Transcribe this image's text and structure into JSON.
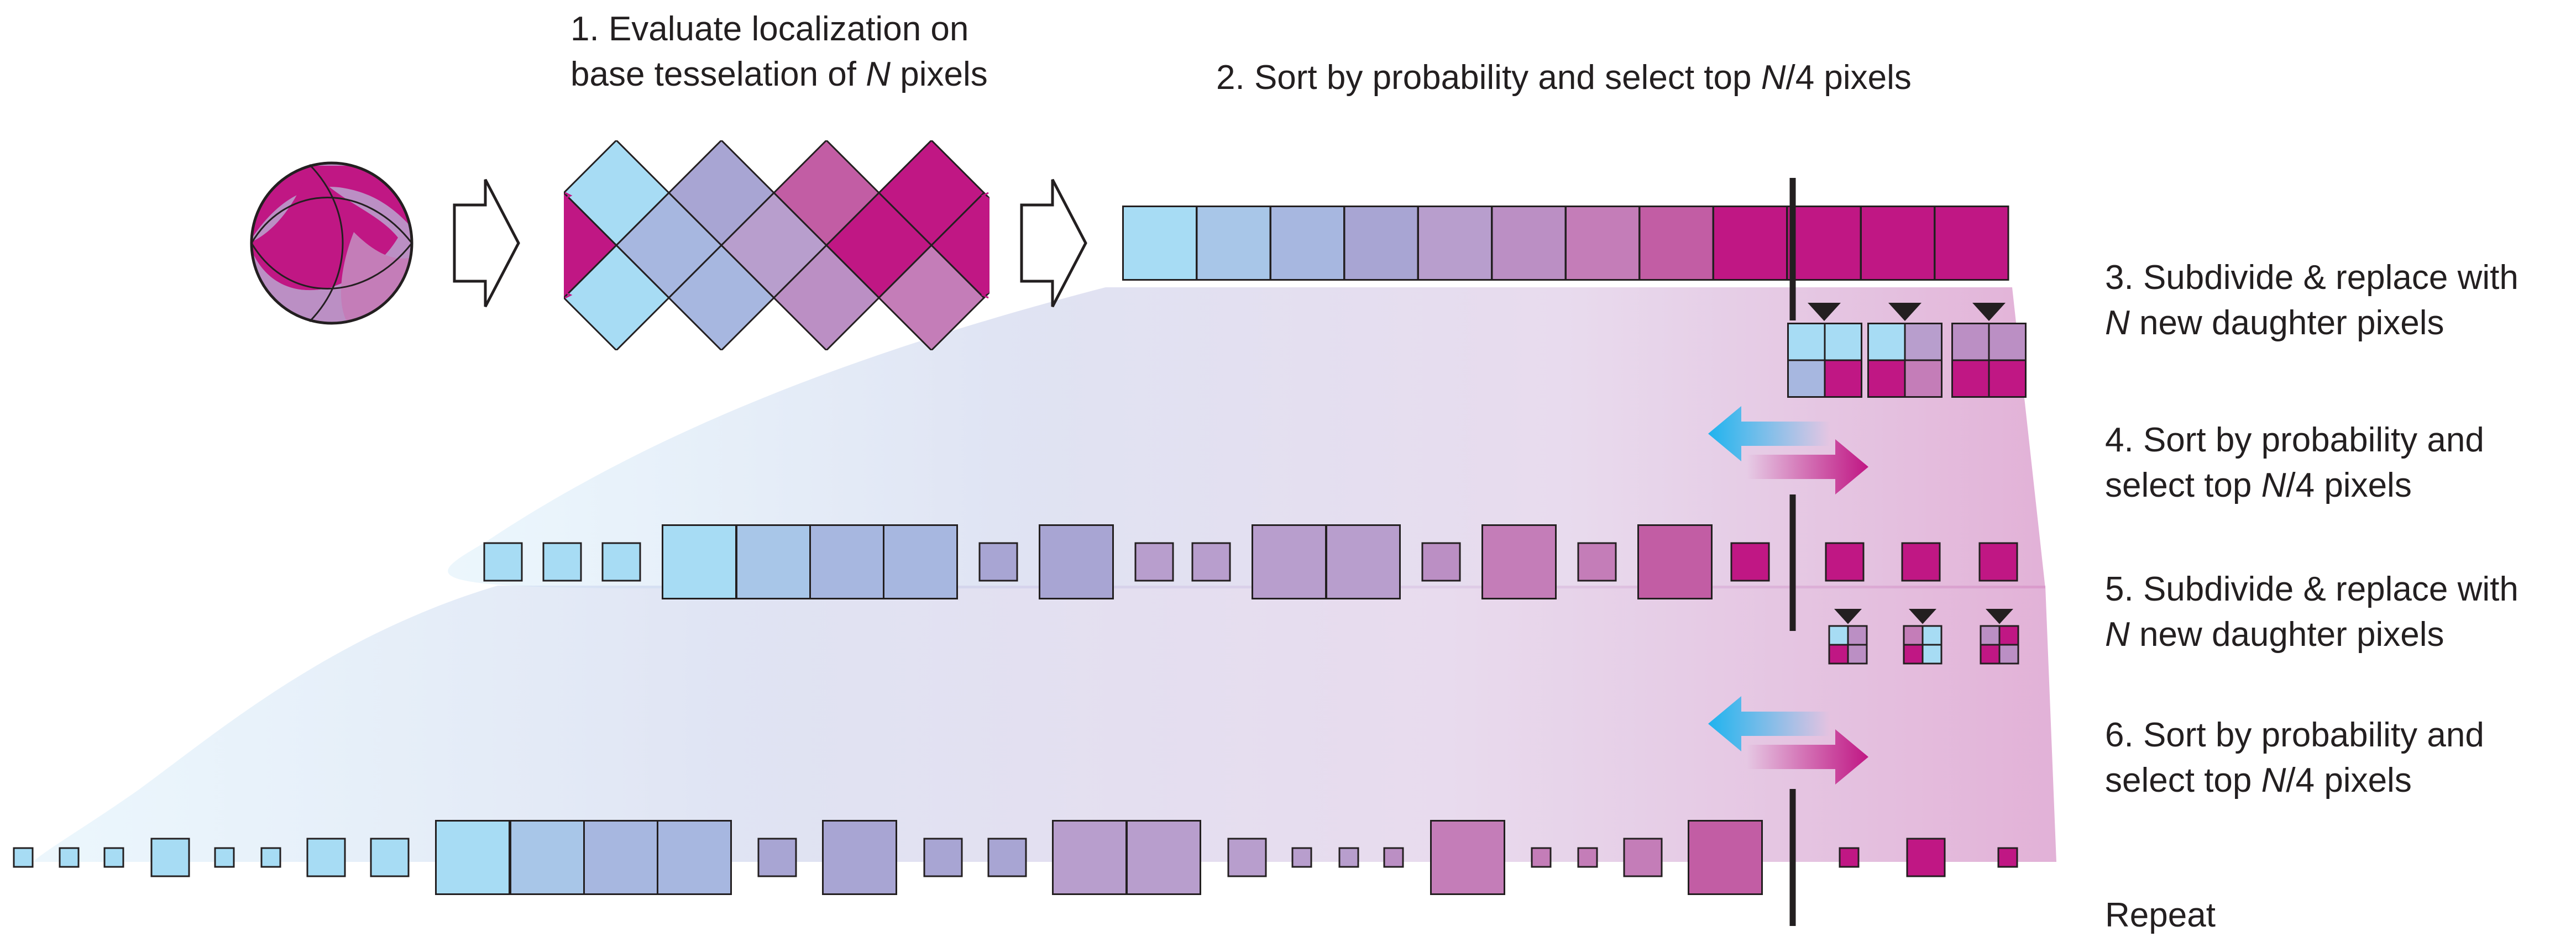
{
  "steps": [
    {
      "number": "1.",
      "lines": [
        [
          {
            "t": "Evaluate localization on"
          }
        ],
        [
          {
            "t": "base tesselation of "
          },
          {
            "t": "N",
            "i": true
          },
          {
            "t": " pixels"
          }
        ]
      ]
    },
    {
      "number": "2.",
      "lines": [
        [
          {
            "t": "Sort by probability and select top "
          },
          {
            "t": "N",
            "i": true
          },
          {
            "t": "/4 pixels"
          }
        ]
      ]
    },
    {
      "number": "3.",
      "lines": [
        [
          {
            "t": "Subdivide & replace with"
          }
        ],
        [
          {
            "t": "N",
            "i": true
          },
          {
            "t": " new daughter pixels"
          }
        ]
      ]
    },
    {
      "number": "4.",
      "lines": [
        [
          {
            "t": "Sort by probability and"
          }
        ],
        [
          {
            "t": "select top "
          },
          {
            "t": "N",
            "i": true
          },
          {
            "t": "/4 pixels"
          }
        ]
      ]
    },
    {
      "number": "5.",
      "lines": [
        [
          {
            "t": "Subdivide & replace with"
          }
        ],
        [
          {
            "t": "N",
            "i": true
          },
          {
            "t": " new daughter pixels"
          }
        ]
      ]
    },
    {
      "number": "6.",
      "lines": [
        [
          {
            "t": "Sort by probability and"
          }
        ],
        [
          {
            "t": "select top "
          },
          {
            "t": "N",
            "i": true
          },
          {
            "t": "/4 pixels"
          }
        ]
      ]
    },
    {
      "number": "",
      "lines": [
        [
          {
            "t": "Repeat"
          }
        ]
      ]
    }
  ],
  "colors": {
    "palette": [
      "#a7dcf4",
      "#a8c6e8",
      "#a7b7e0",
      "#a8a5d3",
      "#b89ecd",
      "#bb8fc4",
      "#c47db8",
      "#c25da4",
      "#c01784"
    ],
    "magenta": "#c01784",
    "cyan": "#29b7ee",
    "divider": "#231f20",
    "outline": "#231f20"
  },
  "icons": [
    "sky-sphere-icon",
    "right-arrow-icon",
    "double-headed-arrow-icon",
    "down-triangle-icon"
  ]
}
